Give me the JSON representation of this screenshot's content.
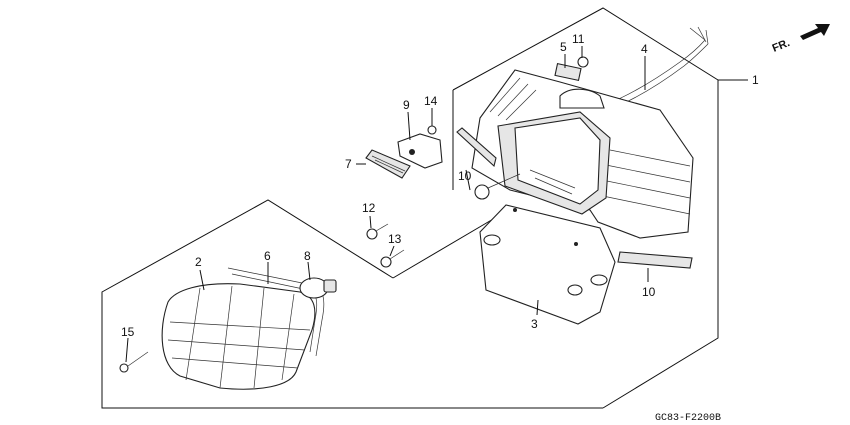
{
  "diagram": {
    "direction_label": "FR.",
    "code": "GC83-F2200B",
    "callouts": [
      {
        "id": "1",
        "text": "1"
      },
      {
        "id": "2",
        "text": "2"
      },
      {
        "id": "3",
        "text": "3"
      },
      {
        "id": "4",
        "text": "4"
      },
      {
        "id": "5",
        "text": "5"
      },
      {
        "id": "6",
        "text": "6"
      },
      {
        "id": "7",
        "text": "7"
      },
      {
        "id": "8",
        "text": "8"
      },
      {
        "id": "9",
        "text": "9"
      },
      {
        "id": "10a",
        "text": "10"
      },
      {
        "id": "10b",
        "text": "10"
      },
      {
        "id": "11",
        "text": "11"
      },
      {
        "id": "12",
        "text": "12"
      },
      {
        "id": "13",
        "text": "13"
      },
      {
        "id": "14",
        "text": "14"
      },
      {
        "id": "15",
        "text": "15"
      }
    ]
  }
}
